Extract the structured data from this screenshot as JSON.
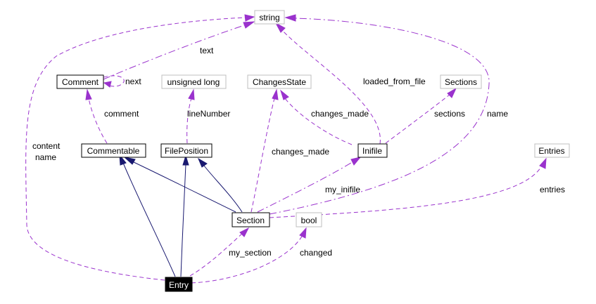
{
  "colors": {
    "inheritance_edge": "#191970",
    "usage_edge": "#9a32cd",
    "documented_node_border": "#000000",
    "undocumented_node_border": "#bfbfbf",
    "focus_node_fill": "#000000"
  },
  "nodes": {
    "string": "string",
    "comment": "Comment",
    "unsigned_long": "unsigned long",
    "changes_state": "ChangesState",
    "sections": "Sections",
    "commentable": "Commentable",
    "file_position": "FilePosition",
    "inifile": "Inifile",
    "entries": "Entries",
    "section": "Section",
    "bool": "bool",
    "entry": "Entry"
  },
  "edge_labels": {
    "text": "text",
    "next": "next",
    "loaded_from_file": "loaded_from_file",
    "comment": "comment",
    "line_number": "lineNumber",
    "changes_made_inifile": "changes_made",
    "sections": "sections",
    "name_section": "name",
    "content": "content",
    "name_entry": "name",
    "changes_made_section": "changes_made",
    "my_inifile": "my_inifile",
    "entries": "entries",
    "my_section": "my_section",
    "changed": "changed"
  }
}
